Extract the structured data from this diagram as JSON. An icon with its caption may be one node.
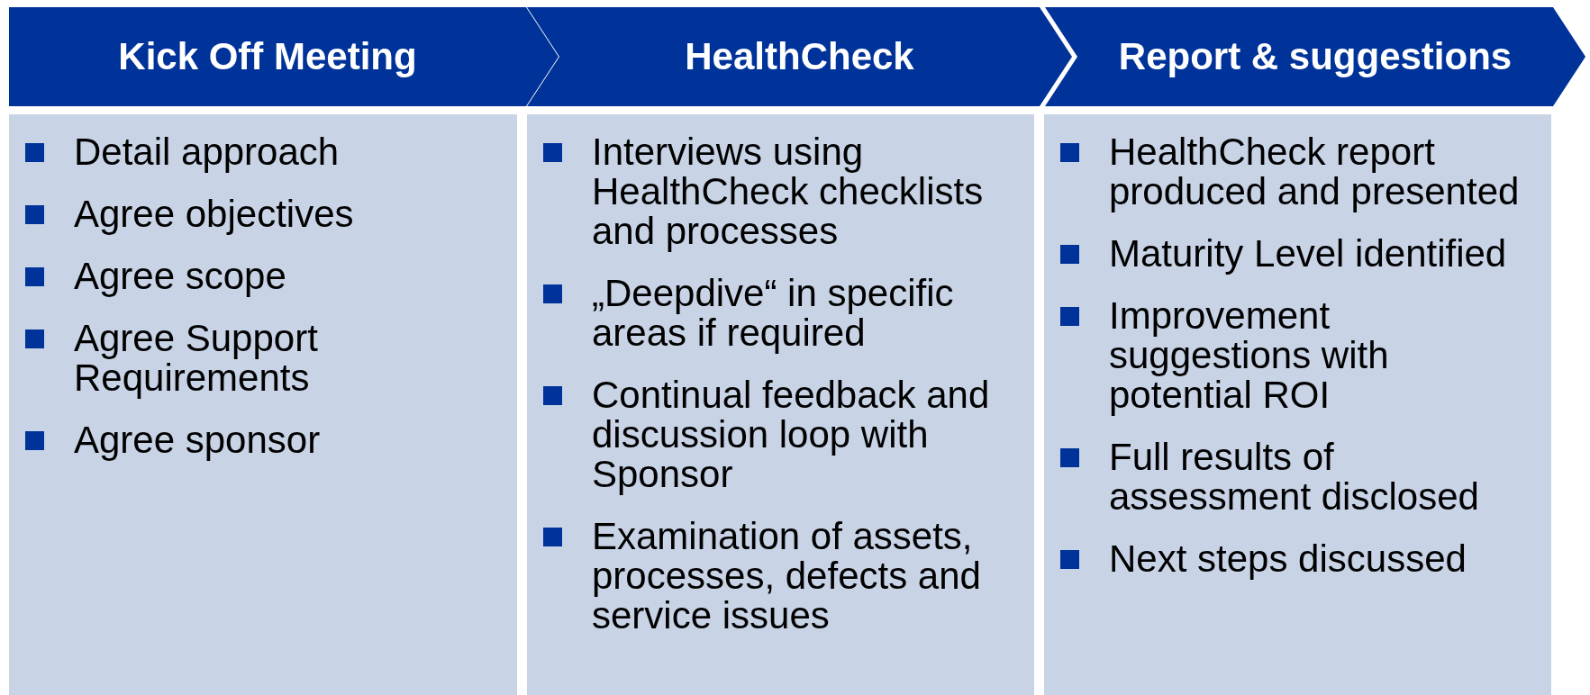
{
  "diagram": {
    "nodes": [
      {
        "text": [
          "Kick Off Meeting"
        ]
      },
      {
        "text": [
          "HealthCheck"
        ]
      },
      {
        "text": [
          "Report & suggestions"
        ]
      },
      {
        "text": [
          "Detail approach",
          "Agree objectives",
          "Agree scope",
          "Agree Support Requirements",
          "Agree sponsor"
        ]
      },
      {
        "text": [
          "Interviews using HealthCheck checklists and processes",
          "„Deepdive“ in specific areas if required",
          "Continual feedback and discussion loop with Sponsor",
          "Examination of assets, processes, defects and service issues"
        ]
      },
      {
        "text": [
          "HealthCheck report produced and presented",
          "Maturity Level identified",
          "Improvement suggestions with potential ROI",
          "Full results of assessment disclosed",
          "Next steps discussed"
        ]
      }
    ]
  }
}
